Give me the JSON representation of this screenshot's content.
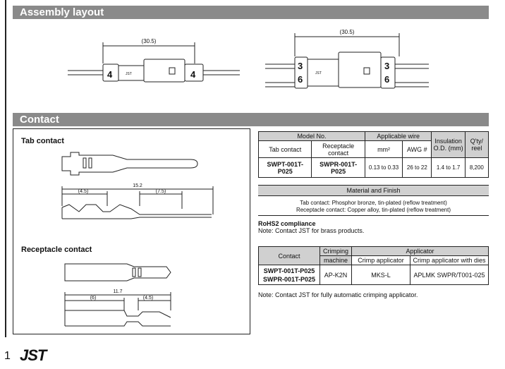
{
  "sections": {
    "assembly": "Assembly layout",
    "contact": "Contact"
  },
  "assembly": {
    "left_dim": "(30.5)",
    "right_dim": "(30.5)",
    "left_mark_a": "4",
    "left_mark_b": "4",
    "right_mark_top_a": "3",
    "right_mark_bot_a": "6",
    "right_mark_top_b": "3",
    "right_mark_bot_b": "6",
    "logo_small": "JST"
  },
  "left_panel": {
    "tab_title": "Tab contact",
    "tab_dim_total": "15.2",
    "tab_dim_a": "(4.5)",
    "tab_dim_b": "(7.5)",
    "rec_title": "Receptacle contact",
    "rec_dim_total": "11.7",
    "rec_dim_a": "(6)",
    "rec_dim_b": "(4.5)"
  },
  "table1": {
    "model_no": "Model No.",
    "applicable_wire": "Applicable wire",
    "insulation": "Insulation O.D. (mm)",
    "qty": "Q'ty/ reel",
    "tab_contact": "Tab contact",
    "receptacle_contact": "Receptacle contact",
    "mm2": "mm²",
    "awg": "AWG #",
    "row": {
      "tab": "SWPT-001T-P025",
      "rec": "SWPR-001T-P025",
      "mm2": "0.13 to 0.33",
      "awg": "26 to 22",
      "od": "1.4 to 1.7",
      "qty": "8,200"
    }
  },
  "material": {
    "header": "Material and Finish",
    "line1": "Tab contact: Phosphor bronze, tin-plated (reflow treatment)",
    "line2": "Receptacle contact: Copper alloy, tin-plated (reflow treatment)"
  },
  "rohs": {
    "title": "RoHS2 compliance",
    "note": "Note: Contact JST for brass products."
  },
  "table2": {
    "contact": "Contact",
    "crimping": "Crimping",
    "machine": "machine",
    "applicator": "Applicator",
    "crimp_app": "Crimp applicator",
    "crimp_app_dies": "Crimp applicator with dies",
    "row_contact_1": "SWPT-001T-P025",
    "row_contact_2": "SWPR-001T-P025",
    "row_machine": "AP-K2N",
    "row_app": "MKS-L",
    "row_dies": "APLMK SWPR/T001-025"
  },
  "note_bottom": "Note: Contact JST for fully automatic crimping applicator.",
  "footer": {
    "page": "1",
    "logo": "JST"
  }
}
